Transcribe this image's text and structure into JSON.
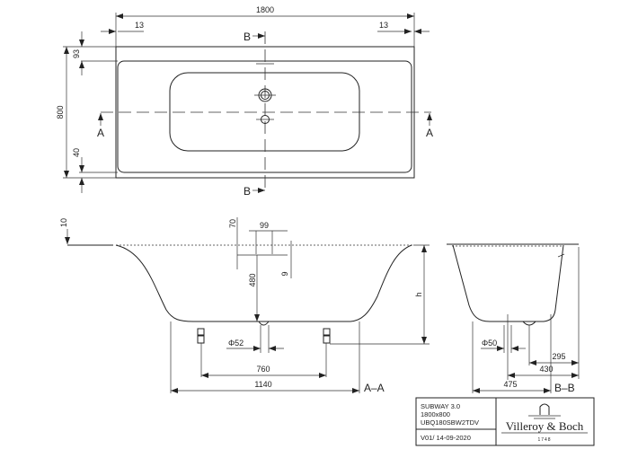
{
  "top_view": {
    "length": "1800",
    "width": "800",
    "rim_left": "13",
    "rim_right": "13",
    "rim_top": "93",
    "rim_bottom": "40",
    "section_a": "A",
    "section_b": "B"
  },
  "section_aa": {
    "rim": "10",
    "overflow_offset": "70",
    "overflow_spacing": "99",
    "overflow_depth": "9",
    "depth": "480",
    "height": "h",
    "drain_diameter": "Φ52",
    "feet_spacing": "760",
    "bottom_length": "1140",
    "label": "A–A"
  },
  "section_bb": {
    "drain_diameter": "Φ50",
    "drain_offset": "295",
    "feet_offset": "430",
    "bottom_width": "475",
    "label": "B–B"
  },
  "title_block": {
    "product": "SUBWAY 3.0",
    "size": "1800x800",
    "code": "UBQ180SBW2TDV",
    "version": "V01/ 14-09-2020",
    "brand": "Villeroy & Boch",
    "brand_year": "1748"
  }
}
